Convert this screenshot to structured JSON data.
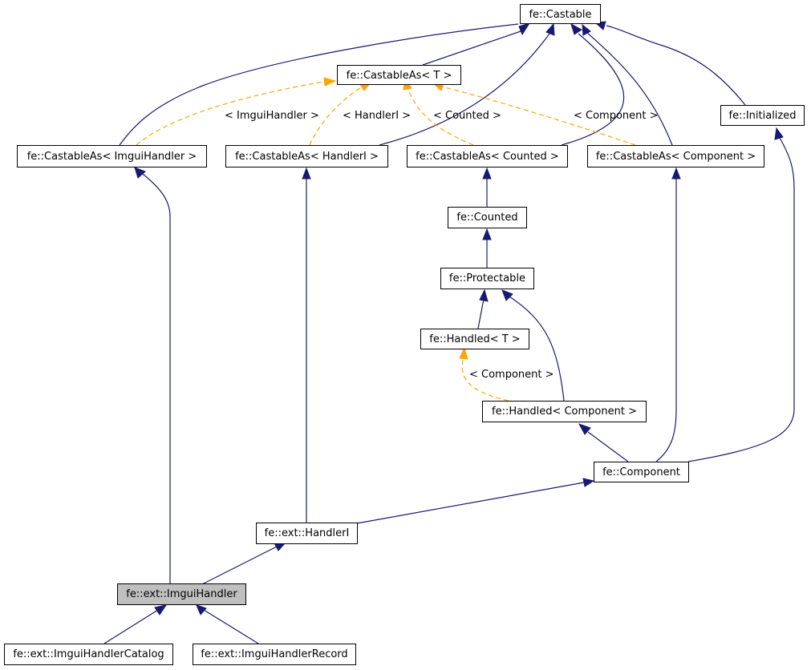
{
  "colors": {
    "inheritance_edge": "#191970",
    "template_edge": "#ffa500",
    "current_node_fill": "#bfbfbf",
    "node_fill": "#ffffff"
  },
  "nodes": {
    "castable": "fe::Castable",
    "castable_as_t": "fe::CastableAs< T >",
    "initialized": "fe::Initialized",
    "castable_as_imgui": "fe::CastableAs< ImguiHandler >",
    "castable_as_handleri": "fe::CastableAs< HandlerI >",
    "castable_as_counted": "fe::CastableAs< Counted >",
    "castable_as_component": "fe::CastableAs< Component >",
    "counted": "fe::Counted",
    "protectable": "fe::Protectable",
    "handled_t": "fe::Handled< T >",
    "handled_component": "fe::Handled< Component >",
    "component": "fe::Component",
    "handleri": "fe::ext::HandlerI",
    "imgui_handler": "fe::ext::ImguiHandler",
    "imgui_handler_catalog": "fe::ext::ImguiHandlerCatalog",
    "imgui_handler_record": "fe::ext::ImguiHandlerRecord"
  },
  "edge_labels": {
    "imgui": "< ImguiHandler >",
    "handleri": "< HandlerI >",
    "counted": "< Counted >",
    "component": "< Component >",
    "handled_component": "< Component >"
  }
}
